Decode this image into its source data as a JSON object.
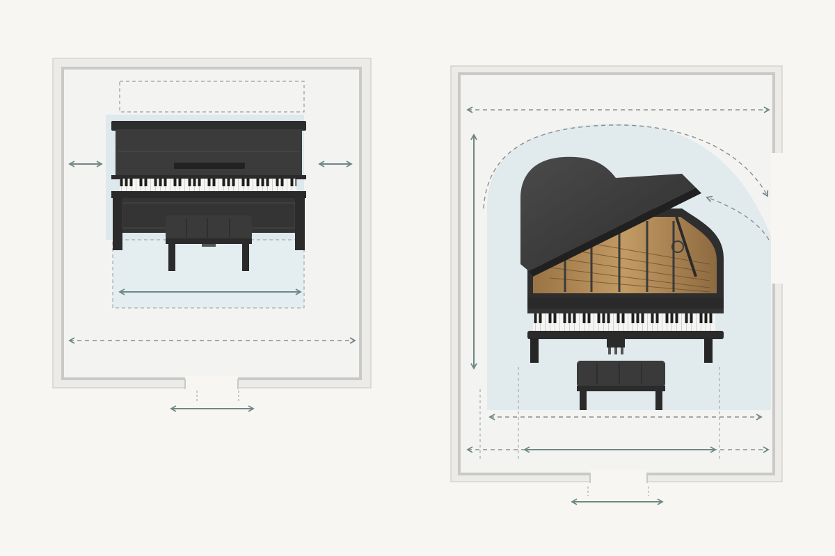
{
  "colors": {
    "page_background": "#f7f6f2",
    "room_floor": "#f3f3f1",
    "wall": "#c9c9c7",
    "wall_inner": "#dcdcda",
    "clearance_zone": "#dde9ec",
    "dimension_dashed": "#8c8c8c",
    "dimension_arrow": "#6f8686",
    "piano_body": "#3b3b3b",
    "piano_dark": "#262626",
    "piano_light": "#5a5a5a",
    "soundboard": "#b08a5a",
    "key_white": "#f5f5f3",
    "key_black": "#1e1e1e"
  },
  "rooms": [
    {
      "name": "upright-piano-room",
      "door": "bottom-center"
    },
    {
      "name": "grand-piano-room",
      "door": "bottom-center",
      "side_opening": "right"
    }
  ],
  "icons": {
    "upright": "upright-piano-icon",
    "grand": "grand-piano-icon",
    "bench": "piano-bench-icon"
  }
}
